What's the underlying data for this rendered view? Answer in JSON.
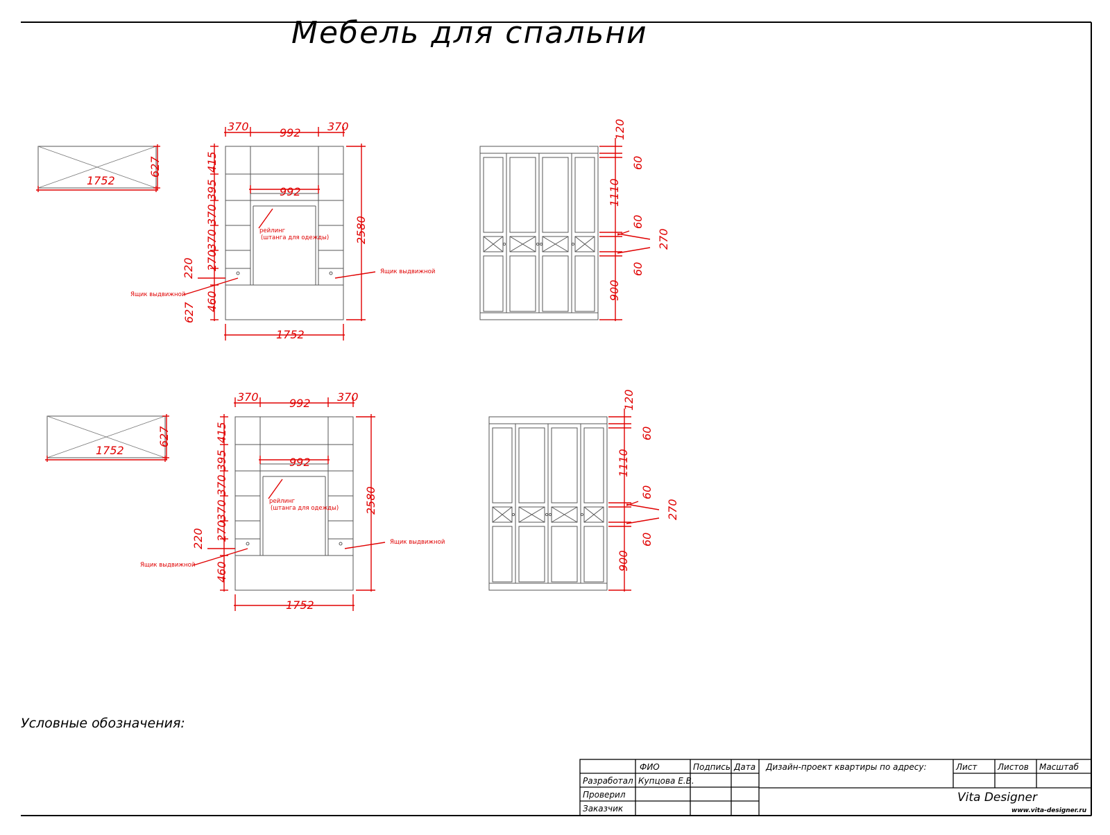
{
  "title": "Мебель для спальни",
  "legend_label": "Условные обозначения:",
  "colors": {
    "line": "#000000",
    "dim": "#e00000",
    "drawing": "#555555"
  },
  "views": [
    {
      "plan": {
        "width_label": "1752",
        "depth_label": "627"
      },
      "front": {
        "top_labels": [
          "370",
          "992",
          "370"
        ],
        "inner_width_label": "992",
        "heights": [
          "415",
          "395",
          "370",
          "370",
          "270",
          "460"
        ],
        "drawer_height_label": "220",
        "total_height_label": "2580",
        "bottom_width_label": "1752",
        "rail_note_1": "рейлинг",
        "rail_note_2": "(штанга для одежды)",
        "drawer_note_left": "Ящик выдвижной",
        "drawer_note_right": "Ящик выдвижной"
      },
      "doors": {
        "labels": [
          "120",
          "60",
          "1110",
          "60",
          "270",
          "60",
          "900"
        ]
      }
    },
    {
      "plan": {
        "width_label": "1752",
        "depth_label": "627"
      },
      "front": {
        "top_labels": [
          "370",
          "992",
          "370"
        ],
        "inner_width_label": "992",
        "heights": [
          "415",
          "395",
          "370",
          "370",
          "270",
          "460"
        ],
        "drawer_height_label": "220",
        "total_height_label": "2580",
        "bottom_width_label": "1752",
        "rail_note_1": "рейлинг",
        "rail_note_2": "(штанга для одежды)",
        "drawer_note_left": "Ящик выдвижной",
        "drawer_note_right": "Ящик выдвижной"
      },
      "doors": {
        "labels": [
          "120",
          "60",
          "1110",
          "60",
          "270",
          "60",
          "900"
        ]
      }
    }
  ],
  "title_block": {
    "col_fio": "ФИО",
    "col_sign": "Подпись",
    "col_date": "Дата",
    "project": "Дизайн-проект квартиры по адресу:",
    "col_sheet": "Лист",
    "col_sheets": "Листов",
    "col_scale": "Масштаб",
    "role_developed": "Разработал",
    "developer_name": "Купцова Е.В.",
    "role_checked": "Проверил",
    "role_client": "Заказчик",
    "company": "Vita Designer",
    "website": "www.vita-designer.ru"
  }
}
